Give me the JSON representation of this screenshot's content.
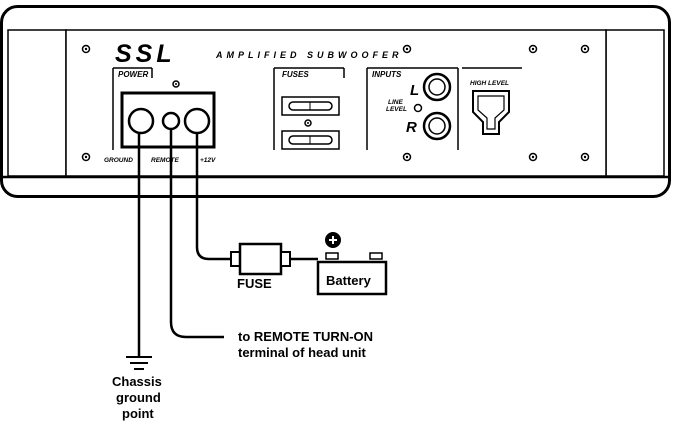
{
  "panel": {
    "brand": "SSL",
    "brand_subtitle": "AMPLIFIED SUBWOOFER",
    "power": {
      "heading": "POWER",
      "terminal_ground": "GROUND",
      "terminal_remote": "REMOTE",
      "terminal_12v": "+12V"
    },
    "fuses": {
      "heading": "FUSES"
    },
    "inputs": {
      "heading": "INPUTS",
      "line_level_line1": "LINE",
      "line_level_line2": "LEVEL",
      "left": "L",
      "right": "R",
      "high_level": "HIGH LEVEL"
    }
  },
  "wiring": {
    "fuse_label": "FUSE",
    "battery_label": "Battery",
    "remote_line1": "to REMOTE TURN-ON",
    "remote_line2": "terminal of head unit",
    "ground_line1": "Chassis",
    "ground_line2": "ground",
    "ground_line3": "point"
  }
}
